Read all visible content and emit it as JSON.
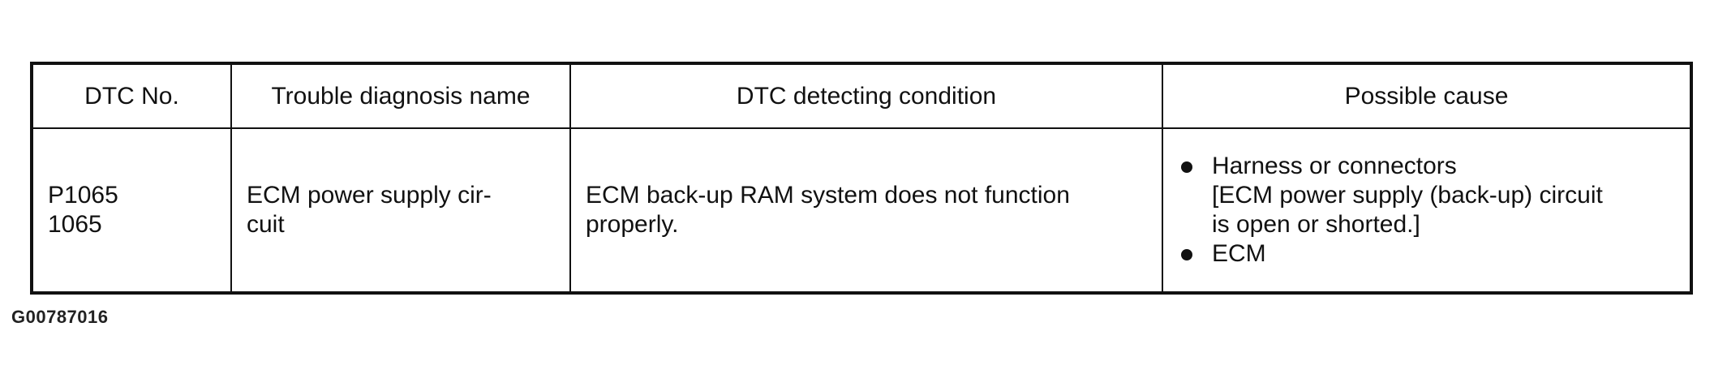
{
  "table": {
    "headers": [
      "DTC No.",
      "Trouble diagnosis name",
      "DTC detecting condition",
      "Possible cause"
    ],
    "row": {
      "dtc_numbers": [
        "P1065",
        "1065"
      ],
      "diagnosis_name_lines": [
        "ECM power supply cir-",
        "cuit"
      ],
      "detecting_condition_lines": [
        "ECM back-up RAM system does not function",
        "properly."
      ],
      "possible_causes": [
        {
          "lines": [
            "Harness or connectors",
            "[ECM power supply (back-up) circuit",
            "is open or shorted.]"
          ]
        },
        {
          "lines": [
            "ECM"
          ]
        }
      ]
    }
  },
  "figure_id": "G00787016",
  "colors": {
    "text": "#111111",
    "border": "#111111",
    "background": "#ffffff"
  },
  "icons": {
    "bullet": "filled-circle-bullet-icon"
  }
}
